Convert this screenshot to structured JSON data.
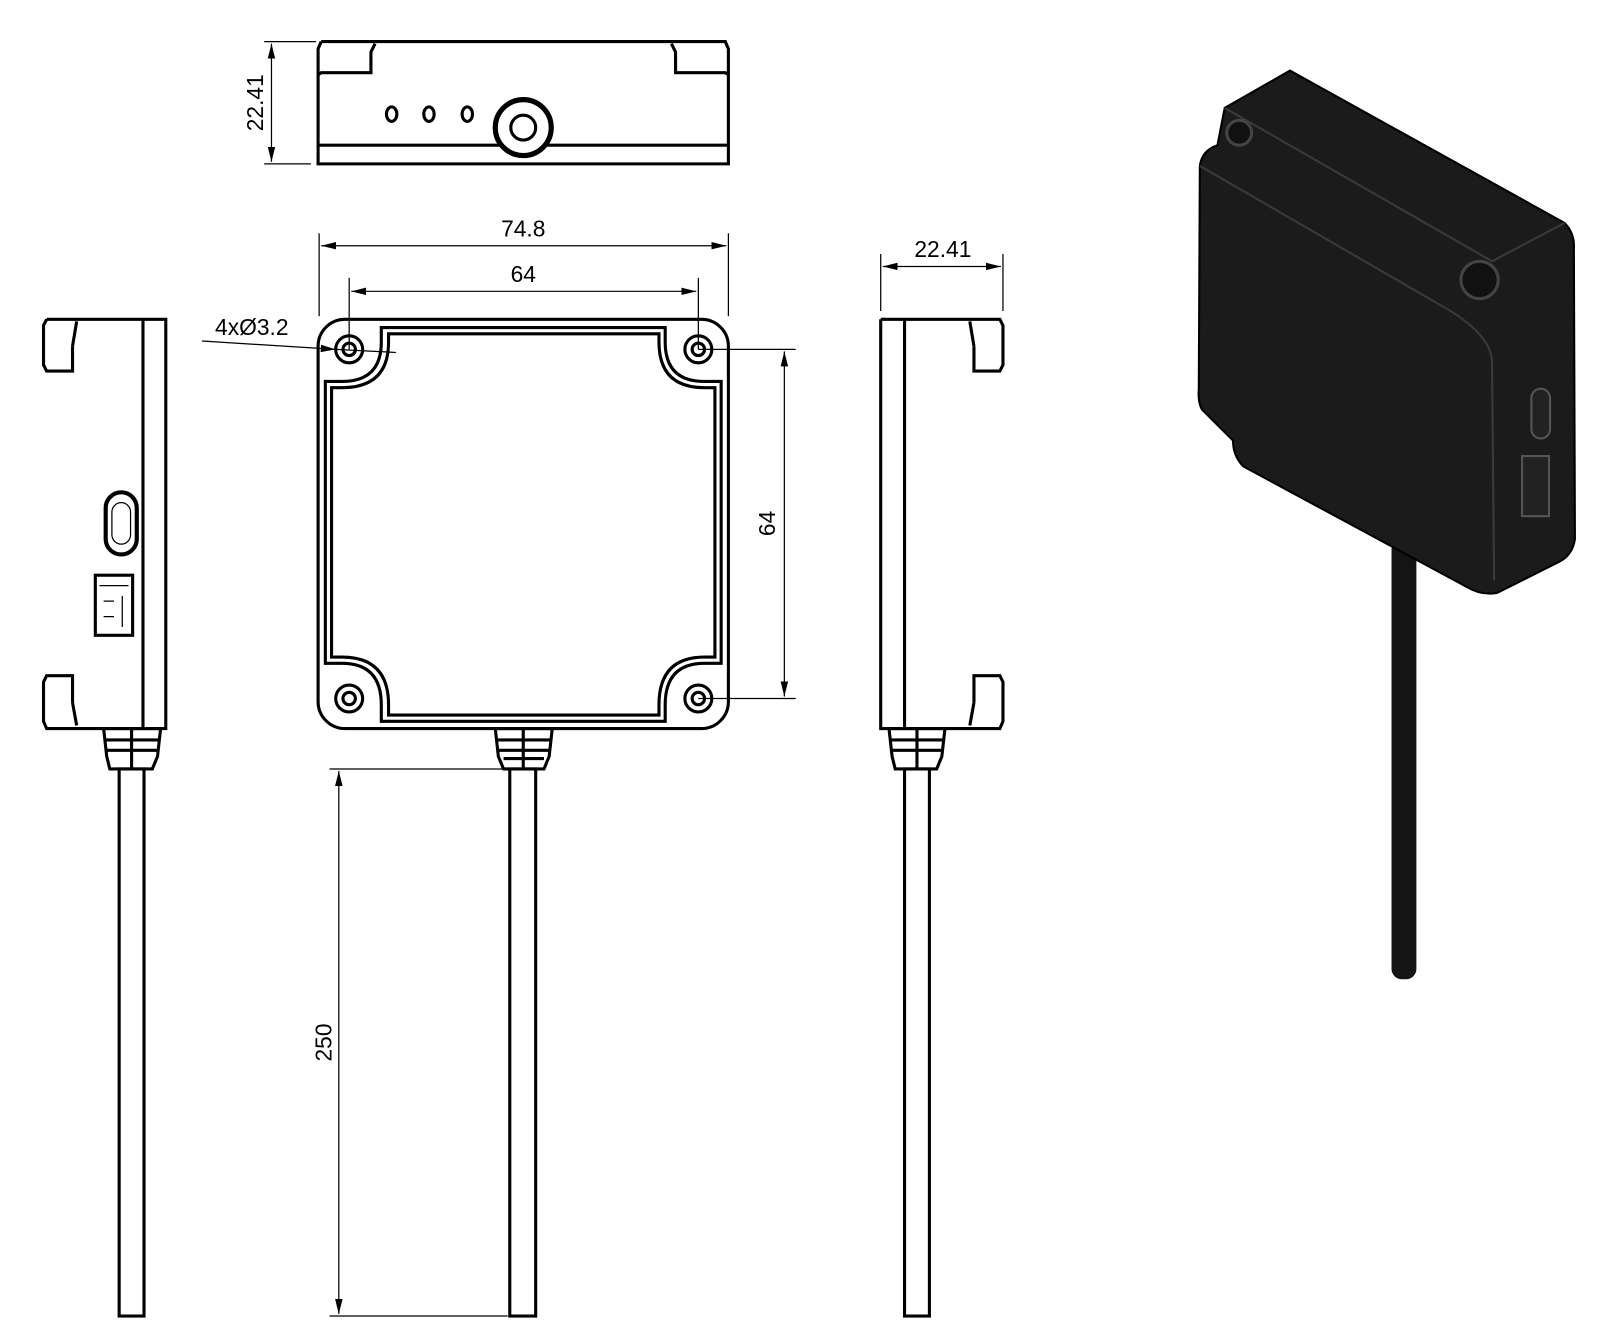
{
  "dimensions": {
    "top_view_height": "22.41",
    "overall_width": "74.8",
    "hole_spacing_horizontal": "64",
    "hole_spacing_vertical": "64",
    "hole_callout": "4xØ3.2",
    "side_view_depth": "22.41",
    "cable_length": "250"
  },
  "colors": {
    "line": "#000000",
    "render_body": "#1b1b1b",
    "render_edge": "#3a3a3a"
  }
}
